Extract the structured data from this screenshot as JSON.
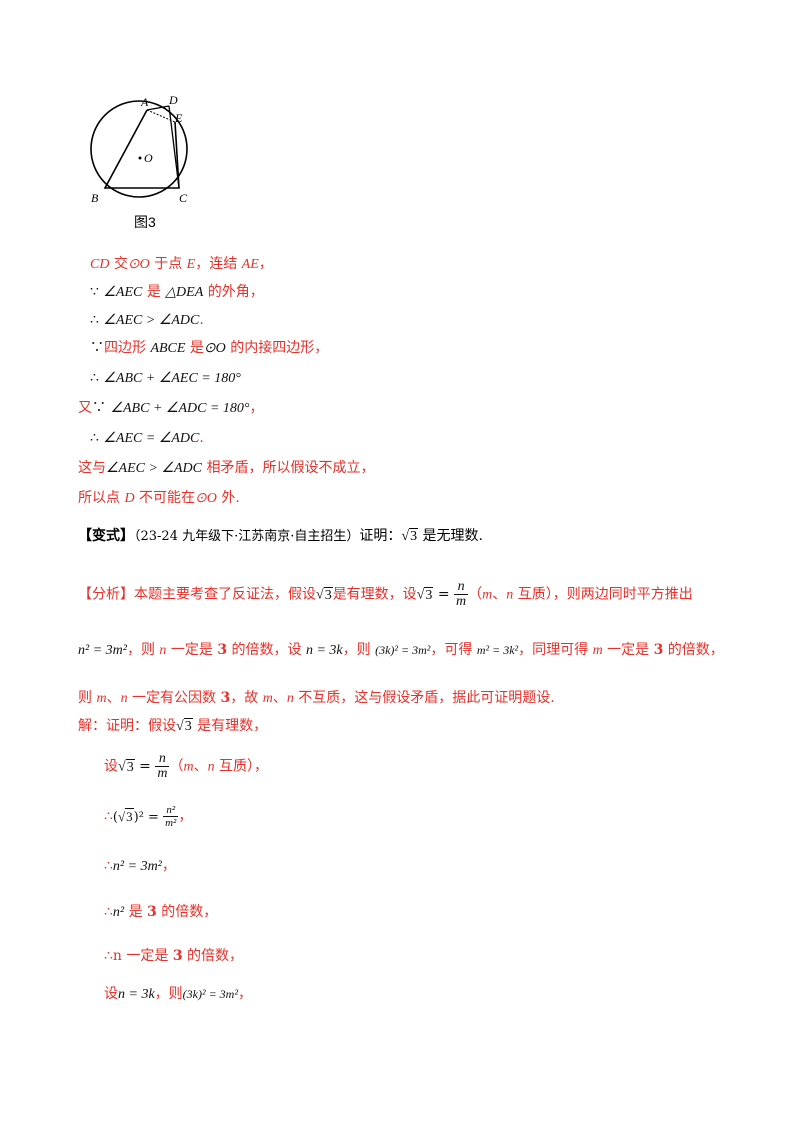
{
  "figure": {
    "caption": "图3",
    "labels": {
      "A": "A",
      "D": "D",
      "E": "E",
      "O": "O",
      "B": "B",
      "C": "C"
    }
  },
  "proof1": {
    "l1": {
      "a": "CD",
      "b": " 交",
      "c": "⊙O",
      "d": " 于点 ",
      "e": "E",
      "f": "，连结 ",
      "g": "AE",
      "h": "，"
    },
    "l2": {
      "sym": "∵",
      "a": "∠AEC",
      "b": " 是 ",
      "c": "△DEA",
      "d": " 的外角，"
    },
    "l3": {
      "sym": "∴",
      "a": "∠AEC > ∠ADC",
      "b": "."
    },
    "l4": {
      "sym": "∵",
      "a": "四边形 ",
      "b": "ABCE",
      "c": " 是",
      "d": "⊙O",
      "e": " 的内接四边形，"
    },
    "l5": {
      "sym": "∴",
      "a": "∠ABC + ∠AEC = 180°"
    },
    "l6": {
      "a": "又",
      "sym": "∵",
      "b": "∠ABC + ∠ADC = 180°",
      "c": "，"
    },
    "l7": {
      "sym": "∴",
      "a": "∠AEC = ∠ADC",
      "b": "."
    },
    "l8": {
      "a": "这与",
      "b": "∠AEC > ∠ADC",
      "c": " 相矛盾，所以假设不成立，"
    },
    "l9": {
      "a": "所以点 ",
      "b": "D",
      "c": " 不可能在",
      "d": "⊙O",
      "e": " 外."
    }
  },
  "variant": {
    "tag": "【变式】",
    "source": "（23-24 九年级下·江苏南京·自主招生）",
    "text": "证明：",
    "rad": "3",
    "tail": " 是无理数."
  },
  "analysis": {
    "tag": "【分析】",
    "p1a": "本题主要考查了反证法，假设",
    "rad": "3",
    "p1b": "是有理数，设",
    "eq_rad": "3",
    "eq": " = ",
    "num": "n",
    "den": "m",
    "p1c": "（",
    "m": "m",
    "sep": "、",
    "n": "n",
    "p1d": " 互质），则两边同时平方推出",
    "p2a": "n² = 3m²",
    "p2b": "，则 ",
    "p2c": "n",
    "p2d": " 一定是 ",
    "three": "3",
    "p2e": " 的倍数，设 ",
    "p2f": "n = 3k",
    "p2g": "，则 ",
    "p2h": "(3k)² = 3m²",
    "p2i": "，可得 ",
    "p2j": "m² = 3k²",
    "p2k": "，同理可得 ",
    "p2l": "m",
    "p2m": " 一定是 ",
    "p2n": "3",
    "p2o": " 的倍数，",
    "p3a": "则 ",
    "p3b": "m",
    "p3c": "、",
    "p3d": "n",
    "p3e": " 一定有公因数 ",
    "p3f": "3",
    "p3g": "，故 ",
    "p3h": "m",
    "p3i": "、",
    "p3j": "n",
    "p3k": " 不互质，这与假设矛盾，据此可证明题设."
  },
  "solution": {
    "s1a": "解：证明：假设",
    "s1rad": "3",
    "s1b": " 是有理数，",
    "s2a": "设",
    "s2rad": "3",
    "s2eq": " = ",
    "s2num": "n",
    "s2den": "m",
    "s2b": "（",
    "s2m": "m",
    "s2sep": "、",
    "s2n": "n",
    "s2c": " 互质），",
    "s3sym": "∴",
    "s3a": "(",
    "s3rad": "3",
    "s3b": ")² = ",
    "s3num": "n²",
    "s3den": "m²",
    "s3c": "，",
    "s4sym": "∴",
    "s4a": "n² = 3m²",
    "s4b": "，",
    "s5sym": "∴",
    "s5a": "n²",
    "s5b": " 是 ",
    "s5c": "3",
    "s5d": " 的倍数，",
    "s6sym": "∴",
    "s6a": "n 一定是 ",
    "s6b": "3",
    "s6c": " 的倍数，",
    "s7a": "设",
    "s7b": "n = 3k",
    "s7c": "，则",
    "s7d": "(3k)² = 3m²",
    "s7e": "，"
  }
}
